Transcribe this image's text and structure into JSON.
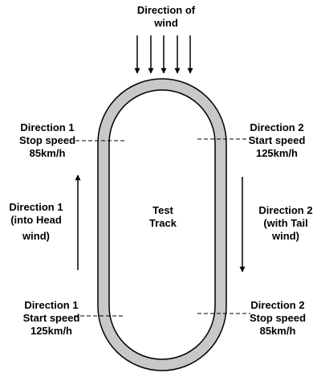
{
  "wind": {
    "line1": "Direction of",
    "line2": "wind"
  },
  "track": {
    "line1": "Test",
    "line2": "Track"
  },
  "left_top": {
    "line1": "Direction 1",
    "line2": "Stop speed",
    "line3": "85km/h"
  },
  "left_mid": {
    "line1": "Direction 1",
    "line2": "(into Head",
    "line3": "wind)"
  },
  "left_bottom": {
    "line1": "Direction 1",
    "line2": "Start speed",
    "line3": "125km/h"
  },
  "right_top": {
    "line1": "Direction 2",
    "line2": "Start speed",
    "line3": "125km/h"
  },
  "right_mid": {
    "line1": "Direction 2",
    "line2": "(with Tail",
    "line3": "wind)"
  },
  "right_bottom": {
    "line1": "Direction 2",
    "line2": "Stop speed",
    "line3": "85km/h"
  },
  "colors": {
    "track_fill": "#c8c8c8",
    "outline": "#000000",
    "background": "#ffffff"
  },
  "icons": {
    "wind_arrows": "arrow-down-icon",
    "direction1_arrow": "arrow-up-icon",
    "direction2_arrow": "arrow-down-icon"
  }
}
